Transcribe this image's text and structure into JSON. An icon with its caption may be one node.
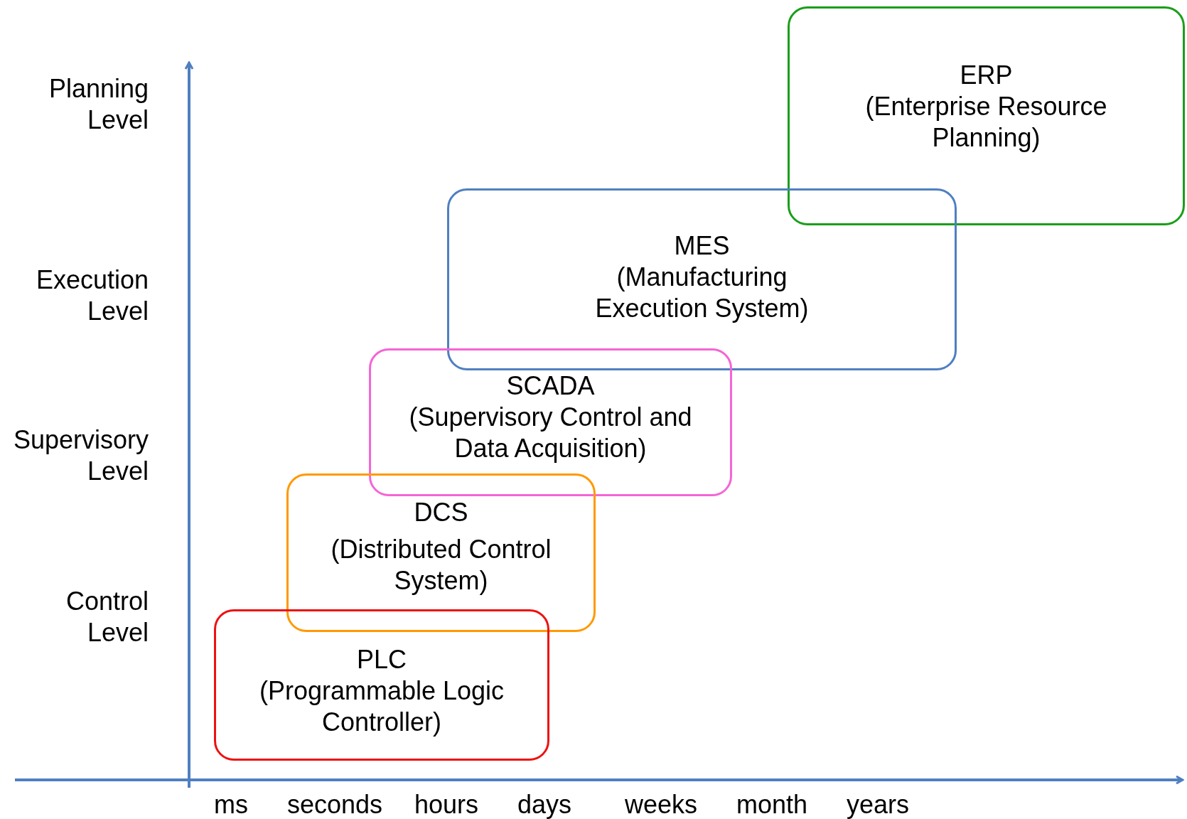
{
  "diagram": {
    "nodes": [
      {
        "text": [
          "ERP",
          "(Enterprise Resource Planning)"
        ]
      },
      {
        "text": [
          "MES",
          "(Manufacturing Execution System)"
        ]
      },
      {
        "text": [
          "SCADA",
          "(Supervisory Control and Data Acquisition)"
        ]
      },
      {
        "text": [
          "DCS",
          "(Distributed Control System)"
        ]
      },
      {
        "text": [
          "PLC",
          "(Programmable Logic Controller)"
        ]
      }
    ],
    "labels": [
      "Planning Level",
      "Execution Level",
      "Supervisory Level",
      "Control Level",
      "ms",
      "seconds",
      "hours",
      "days",
      "weeks",
      "month",
      "years"
    ]
  }
}
